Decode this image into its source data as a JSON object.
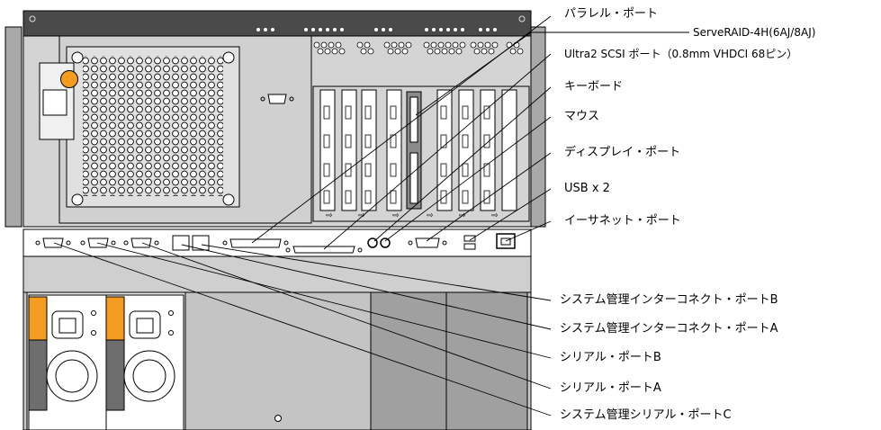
{
  "labels": {
    "parallel_port": "パラレル・ポート",
    "serveraid": "ServeRAID-4H(6AJ/8AJ)",
    "ultra2_scsi": "Ultra2 SCSI ポート（0.8mm VHDCI 68ピン）",
    "keyboard": "キーボード",
    "mouse": "マウス",
    "display_port": "ディスプレイ・ポート",
    "usb": "USB x 2",
    "ethernet": "イーサネット・ポート",
    "smic_b": "システム管理インターコネクト・ポートB",
    "smic_a": "システム管理インターコネクト・ポートA",
    "serial_b": "シリアル・ポートB",
    "serial_a": "シリアル・ポートA",
    "sm_serial_c": "システム管理シリアル・ポートC"
  },
  "colors": {
    "chassis_gray": "#d4d4d4",
    "dark_gray": "#a8a8a8",
    "panel_gray": "#c8c8c8",
    "orange": "#f39c1f",
    "line": "#000000"
  }
}
